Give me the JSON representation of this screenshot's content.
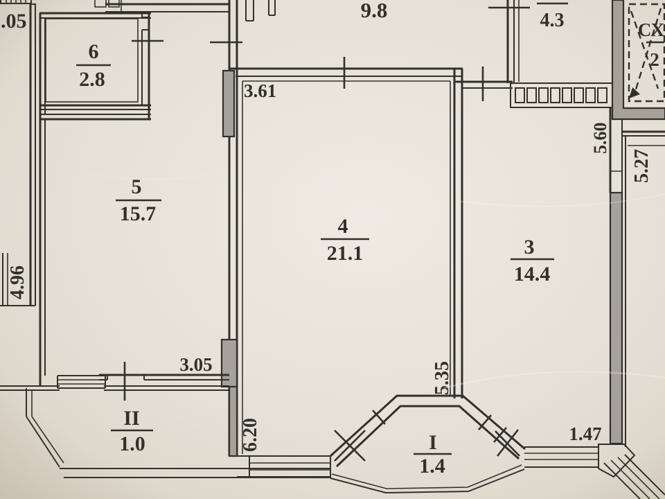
{
  "document_type": "apartment floor plan (scanned photo)",
  "colors": {
    "paper": "#e9e4da",
    "ink": "#33302a",
    "wallfill": "#a8a49c"
  },
  "rooms": {
    "neighbor": {
      "area": ".05"
    },
    "r6": {
      "number": "6",
      "area": "2.8"
    },
    "r5": {
      "number": "5",
      "area": "15.7"
    },
    "r4": {
      "number": "4",
      "area": "21.1"
    },
    "r3": {
      "number": "3",
      "area": "14.4"
    },
    "r43": {
      "area": "4.3"
    },
    "balconyII": {
      "number": "II",
      "area": "1.0"
    },
    "balconyI": {
      "number": "I",
      "area": "1.4"
    },
    "shaft": {
      "label": "СХ",
      "area": "2"
    }
  },
  "dimensions": {
    "corridor_top": "9.8",
    "room4_top_width": "3.61",
    "room5_bottom_width": "3.05",
    "left_height": "4.96",
    "room4_bottom_left": "6.20",
    "room4_right_height": "5.35",
    "room3_right_height": "5.60",
    "right_room_height": "5.27",
    "room3_bottom_width": "1.47"
  }
}
